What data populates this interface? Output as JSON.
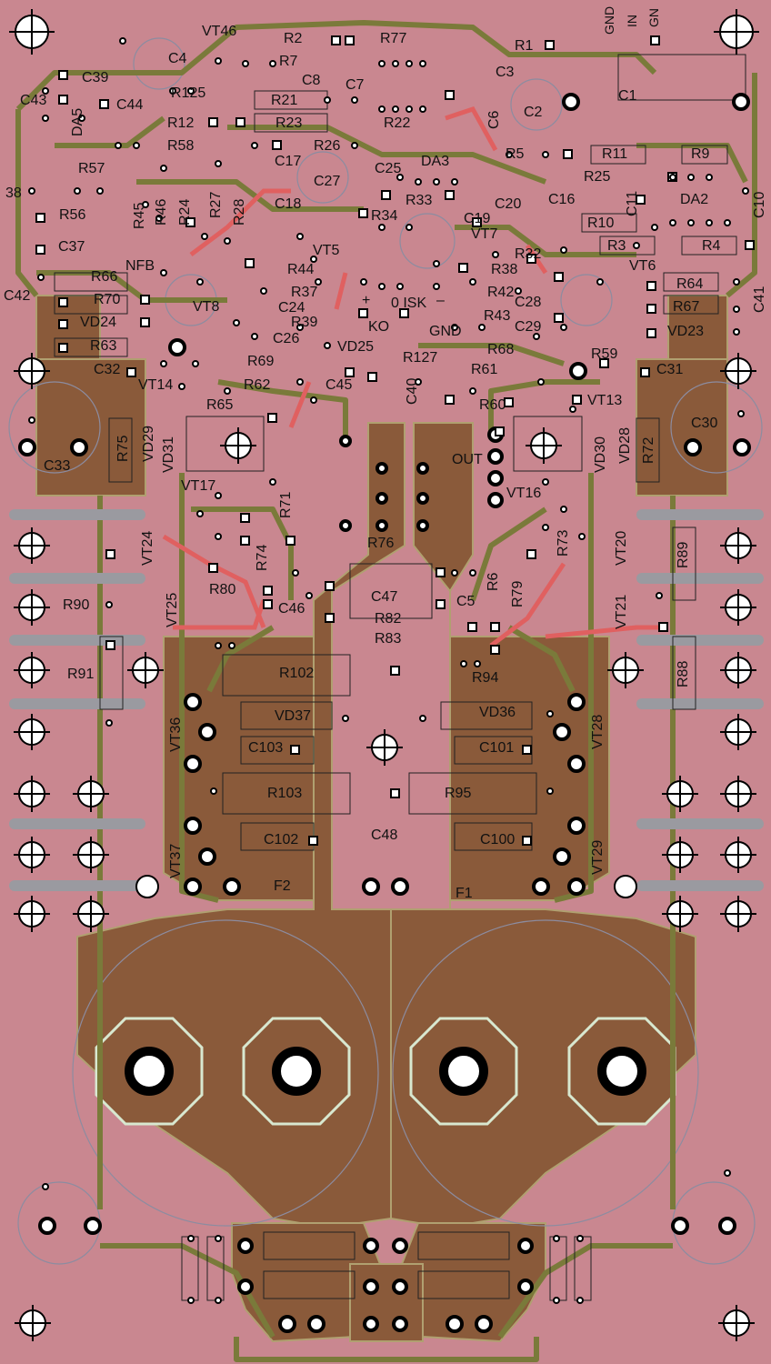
{
  "board": {
    "colors": {
      "substrate": "#c98790",
      "copper_pour": "#8a5a3a",
      "trace": "#7a7a3a",
      "pad": "#ffffff",
      "silk": "#111111",
      "highlight": "#e8f0e0",
      "redtrace": "#e06060"
    }
  },
  "labels": {
    "vt46": "VT46",
    "r2": "R2",
    "r77": "R77",
    "r1": "R1",
    "gnd1": "GND",
    "in": "IN",
    "gnd2": "GN",
    "c4": "C4",
    "r7": "R7",
    "c8": "C8",
    "c3": "C3",
    "c7": "C7",
    "c1": "C1",
    "c39": "C39",
    "c43": "C43",
    "c44": "C44",
    "r125": "R125",
    "r21": "R21",
    "c6": "C6",
    "c2": "C2",
    "da5": "DA5",
    "r12": "R12",
    "r23": "R23",
    "r22": "R22",
    "r58": "R58",
    "r26": "R26",
    "r5": "R5",
    "r11": "R11",
    "r9": "R9",
    "r57": "R57",
    "c17": "C17",
    "c25": "C25",
    "da3": "DA3",
    "r25": "R25",
    "n38": "38",
    "c27": "C27",
    "c16": "C16",
    "c11": "C11",
    "da2": "DA2",
    "c10": "C10",
    "r56": "R56",
    "r45": "R45",
    "r46": "R46",
    "r24": "R24",
    "r27": "R27",
    "r28": "R28",
    "c18": "C18",
    "r33": "R33",
    "c20": "C20",
    "r34": "R34",
    "c19": "C19",
    "r10": "R10",
    "c37": "C37",
    "vt5": "VT5",
    "vt7": "VT7",
    "r32": "R32",
    "r3": "R3",
    "r4": "R4",
    "nfb": "NFB",
    "r44": "R44",
    "r38": "R38",
    "vt6": "VT6",
    "r66": "R66",
    "r64": "R64",
    "c41": "C41",
    "c42": "C42",
    "r70": "R70",
    "vt8": "VT8",
    "r37": "R37",
    "r42": "R42",
    "c28": "C28",
    "r67": "R67",
    "c24": "C24",
    "plus": "+",
    "zero_isk": "0 ISK",
    "minus": "–",
    "vd24": "VD24",
    "r39": "R39",
    "ko": "KO",
    "gnd3": "GND",
    "r43": "R43",
    "c29": "C29",
    "vd23": "VD23",
    "r63": "R63",
    "c26": "C26",
    "vd25": "VD25",
    "r68": "R68",
    "r127": "R127",
    "r59": "R59",
    "c32": "C32",
    "r69": "R69",
    "r61": "R61",
    "c31": "C31",
    "vt14": "VT14",
    "r62": "R62",
    "c45": "C45",
    "c40": "C40",
    "r60": "R60",
    "vt13": "VT13",
    "r65": "R65",
    "c30": "C30",
    "r75": "R75",
    "vd29": "VD29",
    "vd31": "VD31",
    "out": "OUT",
    "vd30": "VD30",
    "vd28": "VD28",
    "r72": "R72",
    "c33": "C33",
    "vt17": "VT17",
    "vt16": "VT16",
    "r71": "R71",
    "r76": "R76",
    "r73": "R73",
    "vt20": "VT20",
    "r89": "R89",
    "vt24": "VT24",
    "r74": "R74",
    "r6": "R6",
    "r79": "R79",
    "r80": "R80",
    "c47": "C47",
    "c5": "C5",
    "r90": "R90",
    "vt25": "VT25",
    "c46": "C46",
    "r82": "R82",
    "vt21": "VT21",
    "r83": "R83",
    "r91": "R91",
    "r102": "R102",
    "r94": "R94",
    "r88": "R88",
    "vd37": "VD37",
    "vd36": "VD36",
    "vt36": "VT36",
    "c103": "C103",
    "c101": "C101",
    "vt28": "VT28",
    "r103": "R103",
    "r95": "R95",
    "c102": "C102",
    "c48": "C48",
    "c100": "C100",
    "vt37": "VT37",
    "vt29": "VT29",
    "f2": "F2",
    "f1": "F1"
  }
}
